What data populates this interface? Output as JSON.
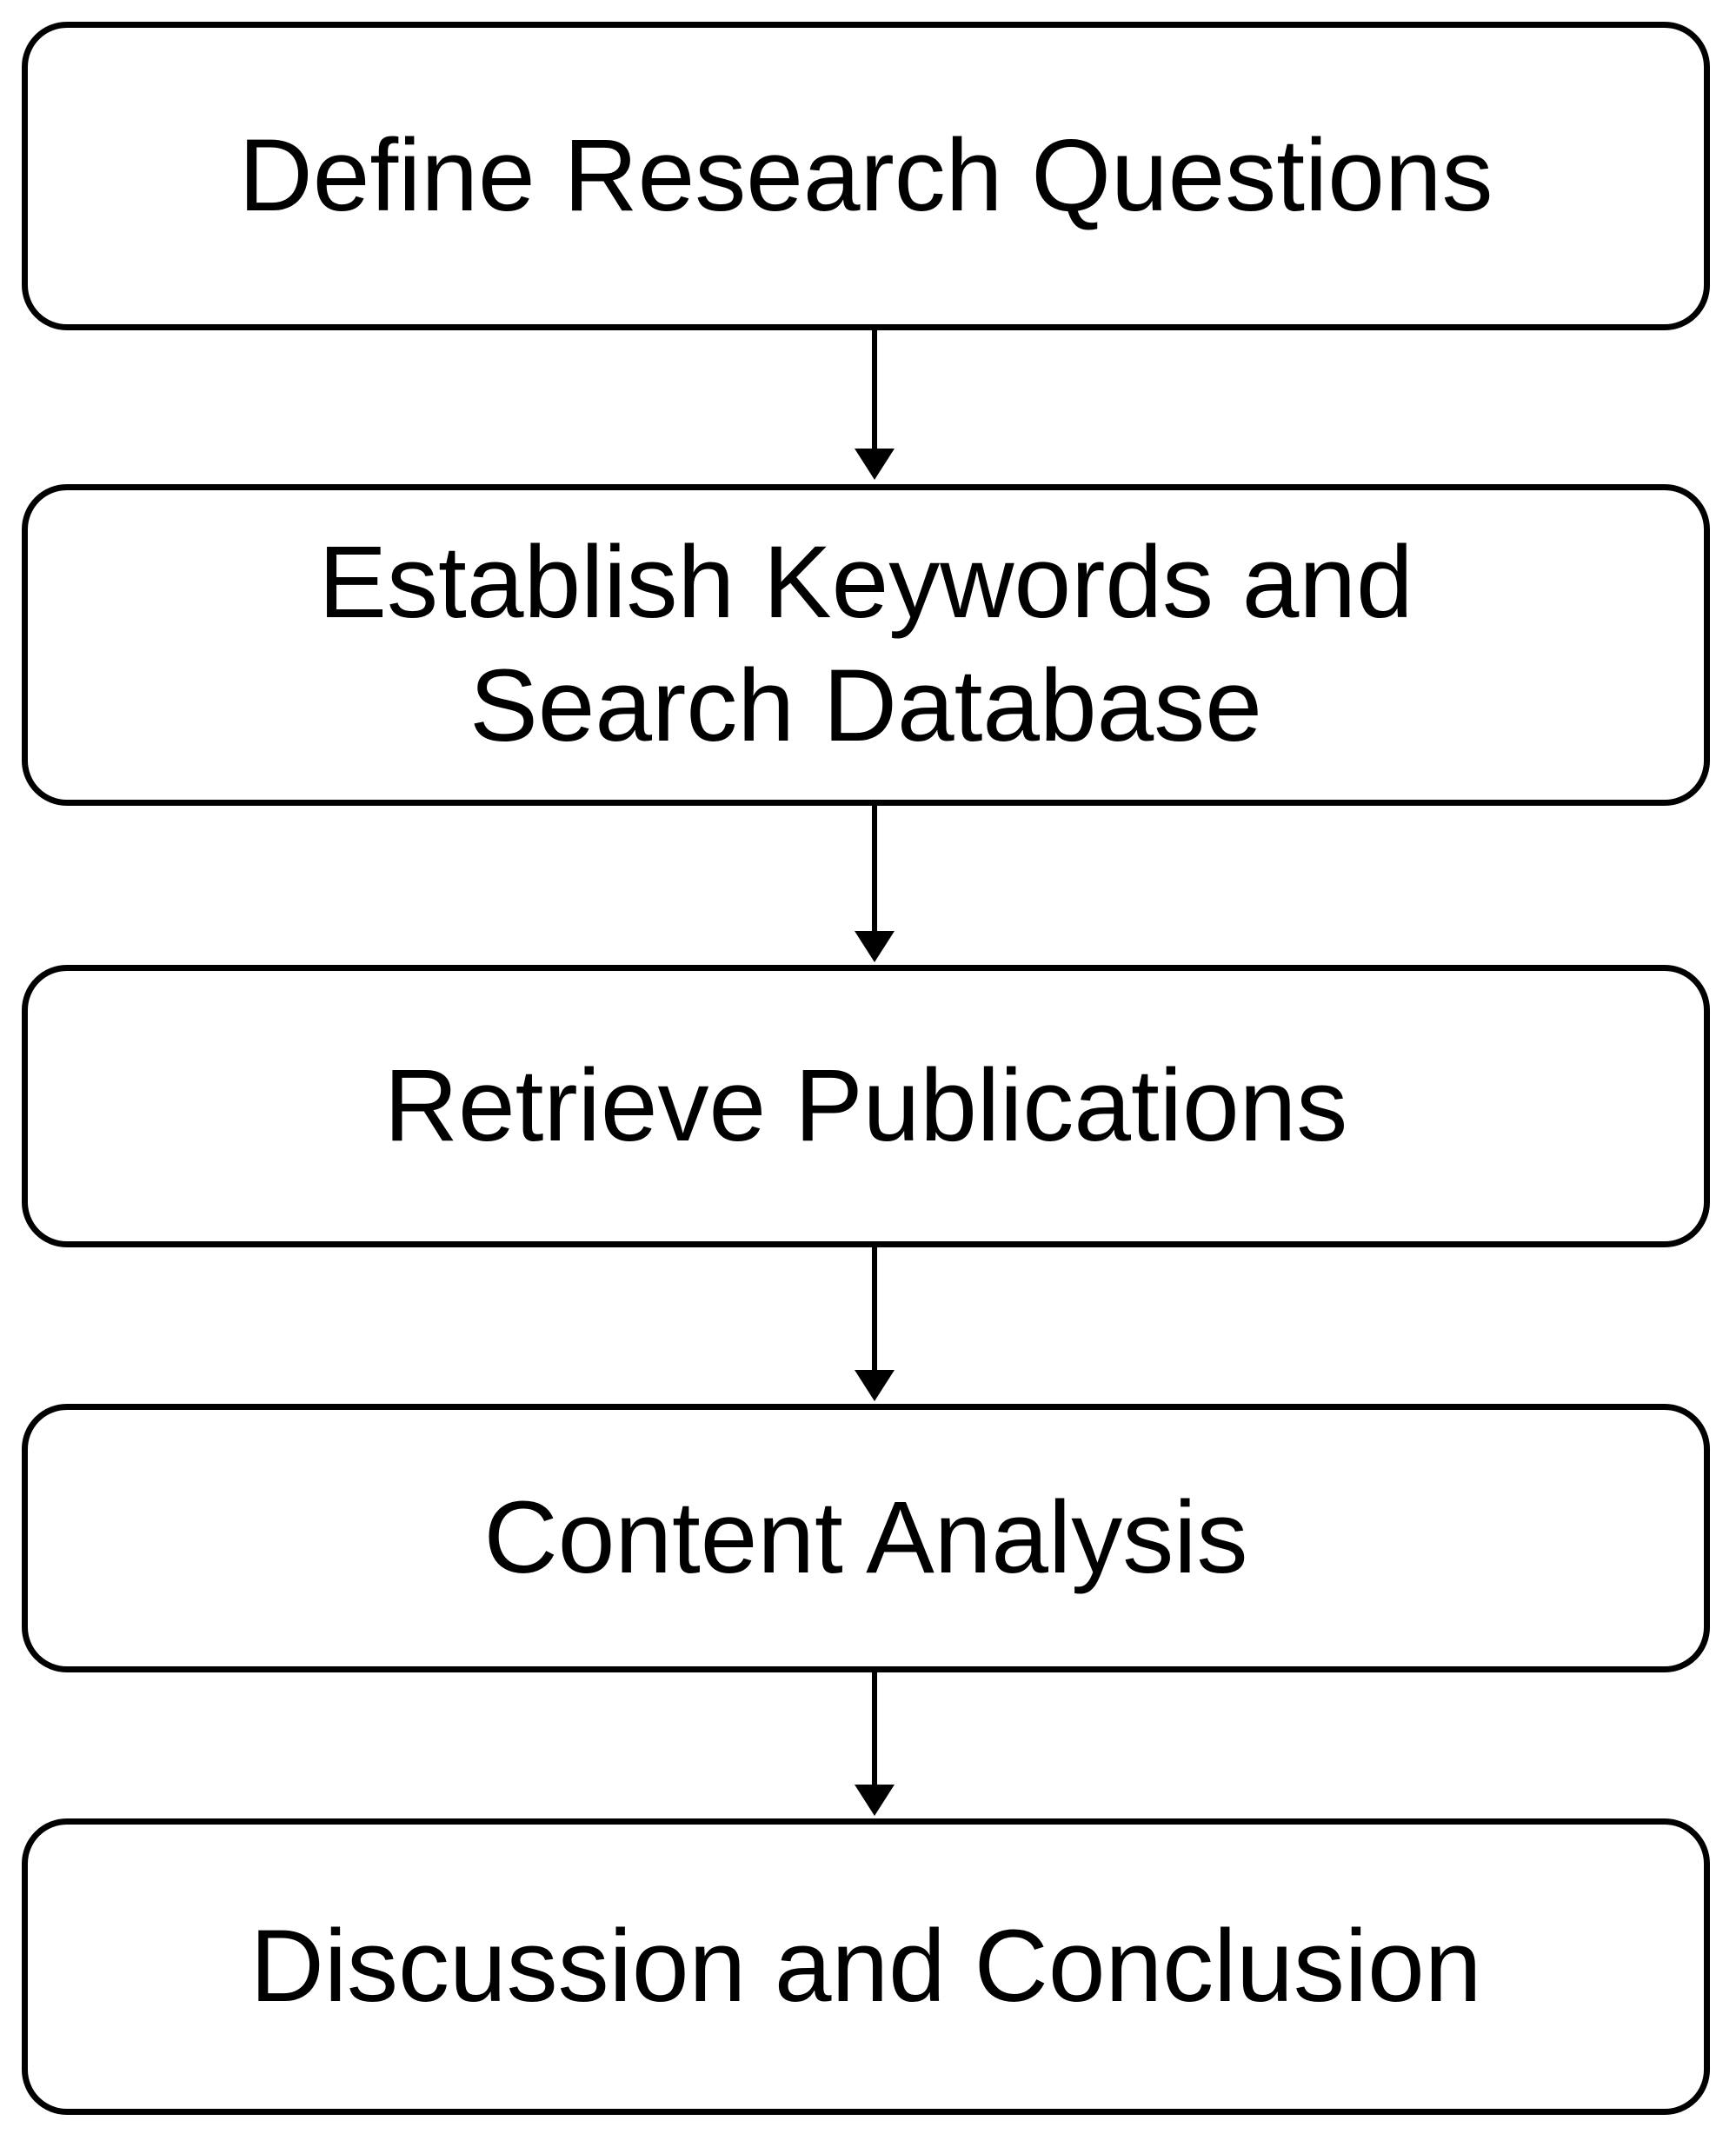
{
  "colors": {
    "background": "#ffffff",
    "box_fill": "#ffffff",
    "line": "#000000",
    "text": "#000000"
  },
  "flowchart": {
    "steps": [
      {
        "lines": [
          "Define Research Questions"
        ]
      },
      {
        "lines": [
          "Establish Keywords and",
          "Search Database"
        ]
      },
      {
        "lines": [
          "Retrieve Publications"
        ]
      },
      {
        "lines": [
          "Content Analysis"
        ]
      },
      {
        "lines": [
          "Discussion and Conclusion"
        ]
      }
    ]
  }
}
